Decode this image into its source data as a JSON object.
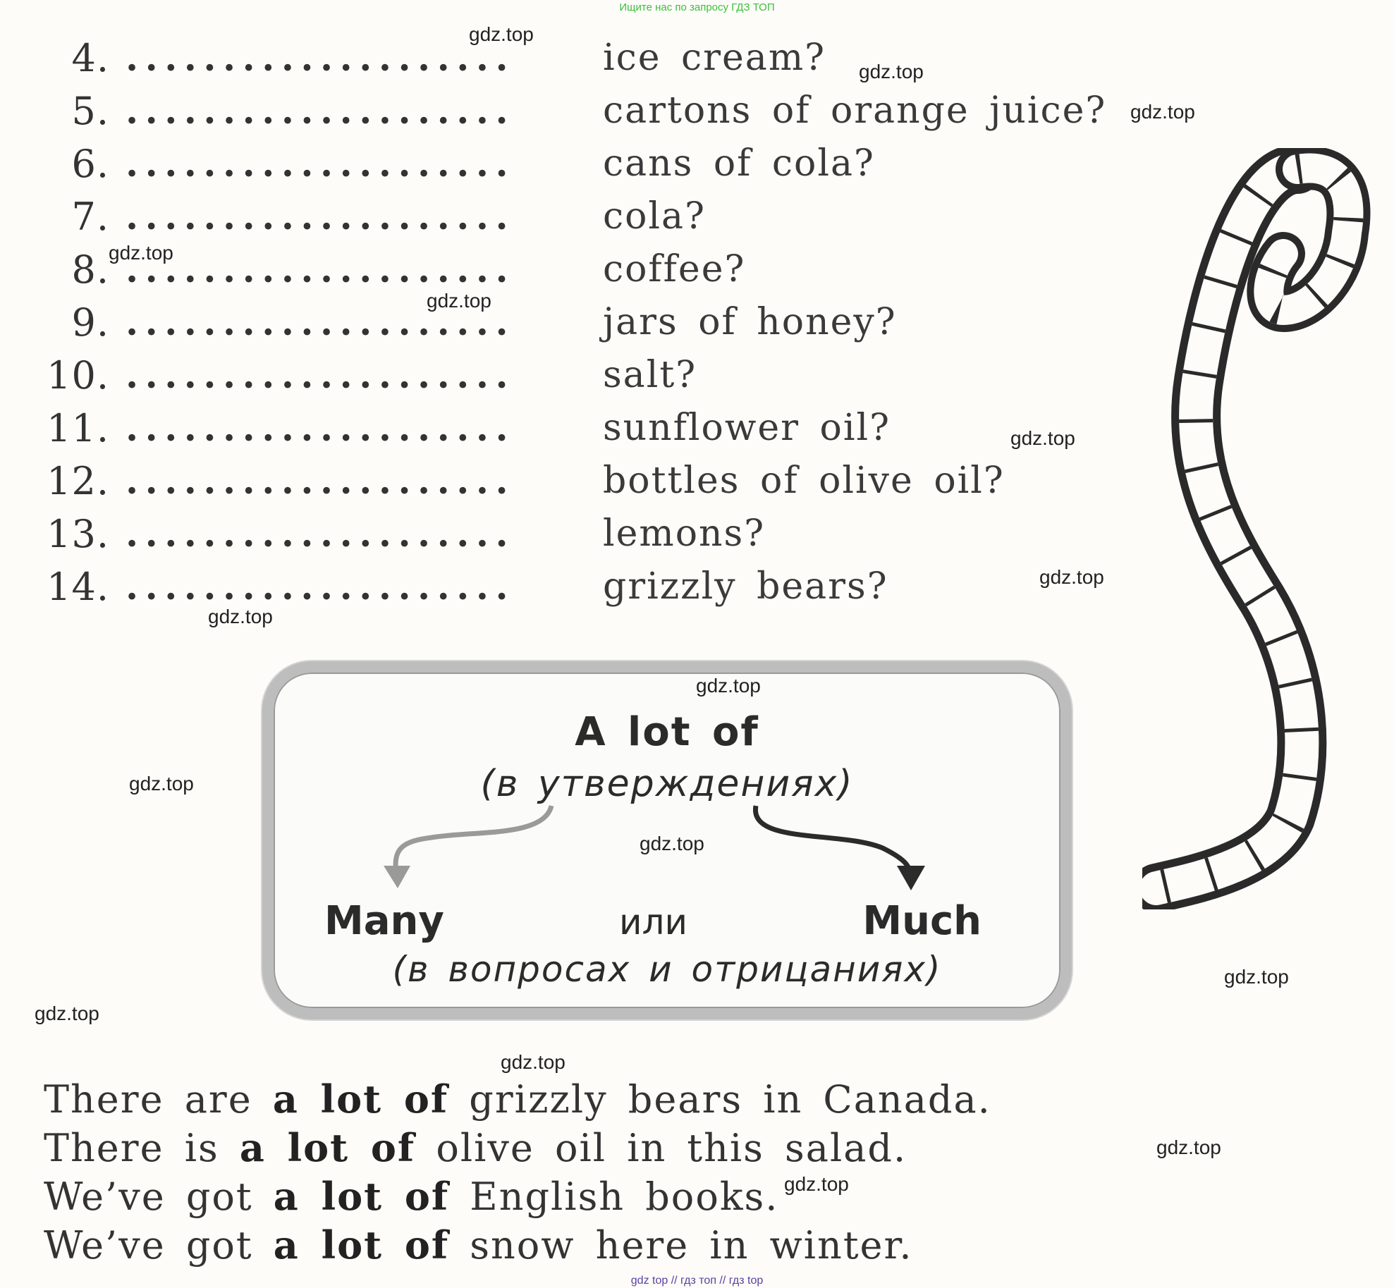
{
  "banner": "Ищите нас по запросу ГДЗ ТОП",
  "exercise_items": [
    {
      "num": "4.",
      "text": "ice cream?"
    },
    {
      "num": "5.",
      "text": "cartons of orange juice?"
    },
    {
      "num": "6.",
      "text": "cans of cola?"
    },
    {
      "num": "7.",
      "text": "cola?"
    },
    {
      "num": "8.",
      "text": "coffee?"
    },
    {
      "num": "9.",
      "text": "jars of honey?"
    },
    {
      "num": "10.",
      "text": "salt?"
    },
    {
      "num": "11.",
      "text": "sunflower oil?"
    },
    {
      "num": "12.",
      "text": "bottles of olive oil?"
    },
    {
      "num": "13.",
      "text": "lemons?"
    },
    {
      "num": "14.",
      "text": "grizzly bears?"
    }
  ],
  "dots": "....................",
  "rule": {
    "title": "A lot of",
    "title_note": "(в утверждениях)",
    "left_word": "Many",
    "connector": "или",
    "right_word": "Much",
    "bottom_note": "(в вопросах и отрицаниях)"
  },
  "examples": [
    {
      "before": "There are ",
      "bold": "a lot of",
      "after": " grizzly bears in Canada."
    },
    {
      "before": "There is ",
      "bold": "a lot of",
      "after": " olive oil in this salad."
    },
    {
      "before": "We’ve got ",
      "bold": "a lot of",
      "after": " English books."
    },
    {
      "before": "We’ve got ",
      "bold": "a lot of",
      "after": " snow here in winter."
    }
  ],
  "watermark": "gdz.top",
  "footer": "gdz top  //  гдз топ  //  гдз top",
  "colors": {
    "banner": "#3bbf3b",
    "footer": "#5a3fa3",
    "box_border": "#bdbdbd"
  },
  "illustration": "film-strip-icon"
}
